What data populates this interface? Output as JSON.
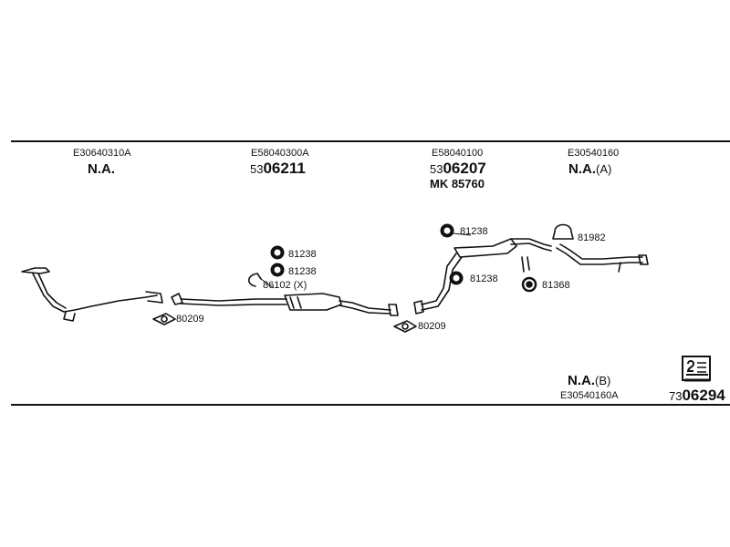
{
  "columns": [
    {
      "code": "E30640310A",
      "label": "N.A."
    },
    {
      "code": "E58040300A",
      "pn_prefix": "53",
      "pn_main": "06211"
    },
    {
      "code": "E58040100",
      "pn_prefix": "53",
      "pn_main": "06207",
      "extra": "MK 85760"
    },
    {
      "code": "E30540160",
      "label": "N.A.",
      "label_suffix": "(A)"
    }
  ],
  "parts": {
    "p1": "81238",
    "p2": "81238",
    "p3": "86102 (X)",
    "p4": "80209",
    "p5": "80209",
    "p6": "81238",
    "p7": "81238",
    "p8": "81368",
    "p9": "81982"
  },
  "footer": {
    "na_label": "N.A.",
    "na_suffix": "(B)",
    "code": "E30540160A",
    "pn_prefix": "73",
    "pn_main": "06294"
  },
  "icons": {
    "footer": "book-manual-icon"
  }
}
